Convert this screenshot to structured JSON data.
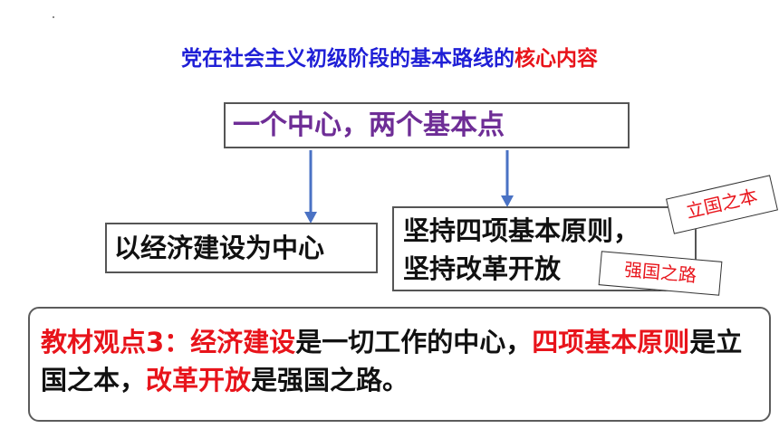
{
  "title": {
    "main": "党在社会主义初级阶段的基本路线的",
    "highlight": "核心内容"
  },
  "center_box": "一个中心，两个基本点",
  "left_box": "以经济建设为中心",
  "right_box": {
    "line1": "坚持四项基本原则，",
    "line2": "坚持改革开放"
  },
  "tags": {
    "tag1": "立国之本",
    "tag2": "强国之路"
  },
  "viewpoint": {
    "p1": "教材观点3：经济建设",
    "p2": "是一切工作的中心，",
    "p3": "四项基本原则",
    "p4": "是立国之本，",
    "p5": "改革开放",
    "p6": "是强国之路。"
  },
  "colors": {
    "title_blue": "#1f1fd6",
    "accent_red": "#e8141b",
    "center_purple": "#6e2d96",
    "arrow_blue": "#4a72c4"
  }
}
